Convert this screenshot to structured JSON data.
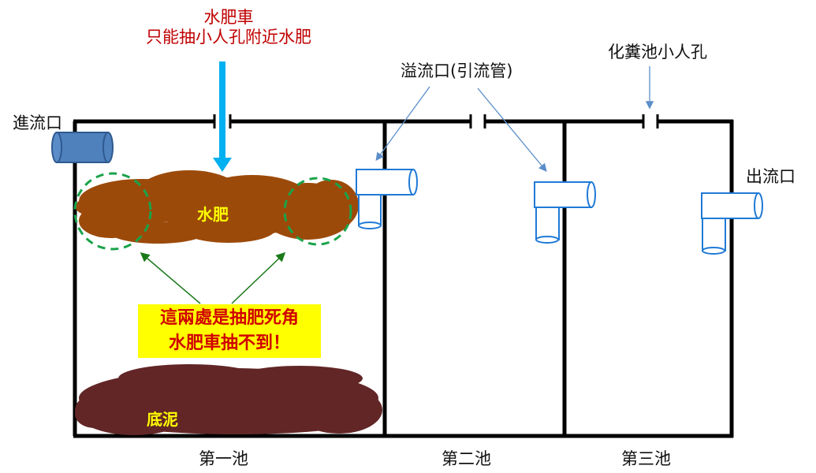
{
  "truck": {
    "line1": "水肥車",
    "line2": "只能抽小人孔附近水肥"
  },
  "overflow": {
    "label": "溢流口(引流管)"
  },
  "manhole": {
    "label": "化糞池小人孔"
  },
  "inlet": {
    "label": "進流口"
  },
  "outlet": {
    "label": "出流口"
  },
  "sludge_top": {
    "label": "水肥"
  },
  "sludge_bottom": {
    "label": "底泥"
  },
  "callout": {
    "line1": "這兩處是抽肥死角",
    "line2": "水肥車抽不到！"
  },
  "tanks": [
    "第一池",
    "第二池",
    "第三池"
  ],
  "colors": {
    "wall": "#000000",
    "pipe_outline": "#1f7ad6",
    "inlet_fill": "#4f81bd",
    "arrow_blue": "#00b0f0",
    "sludge": "#9c4a0a",
    "bottom_sludge": "#622626",
    "dashed_circle": "#1aa34a",
    "note_bg": "#ffff00",
    "red_text": "#c00000"
  }
}
